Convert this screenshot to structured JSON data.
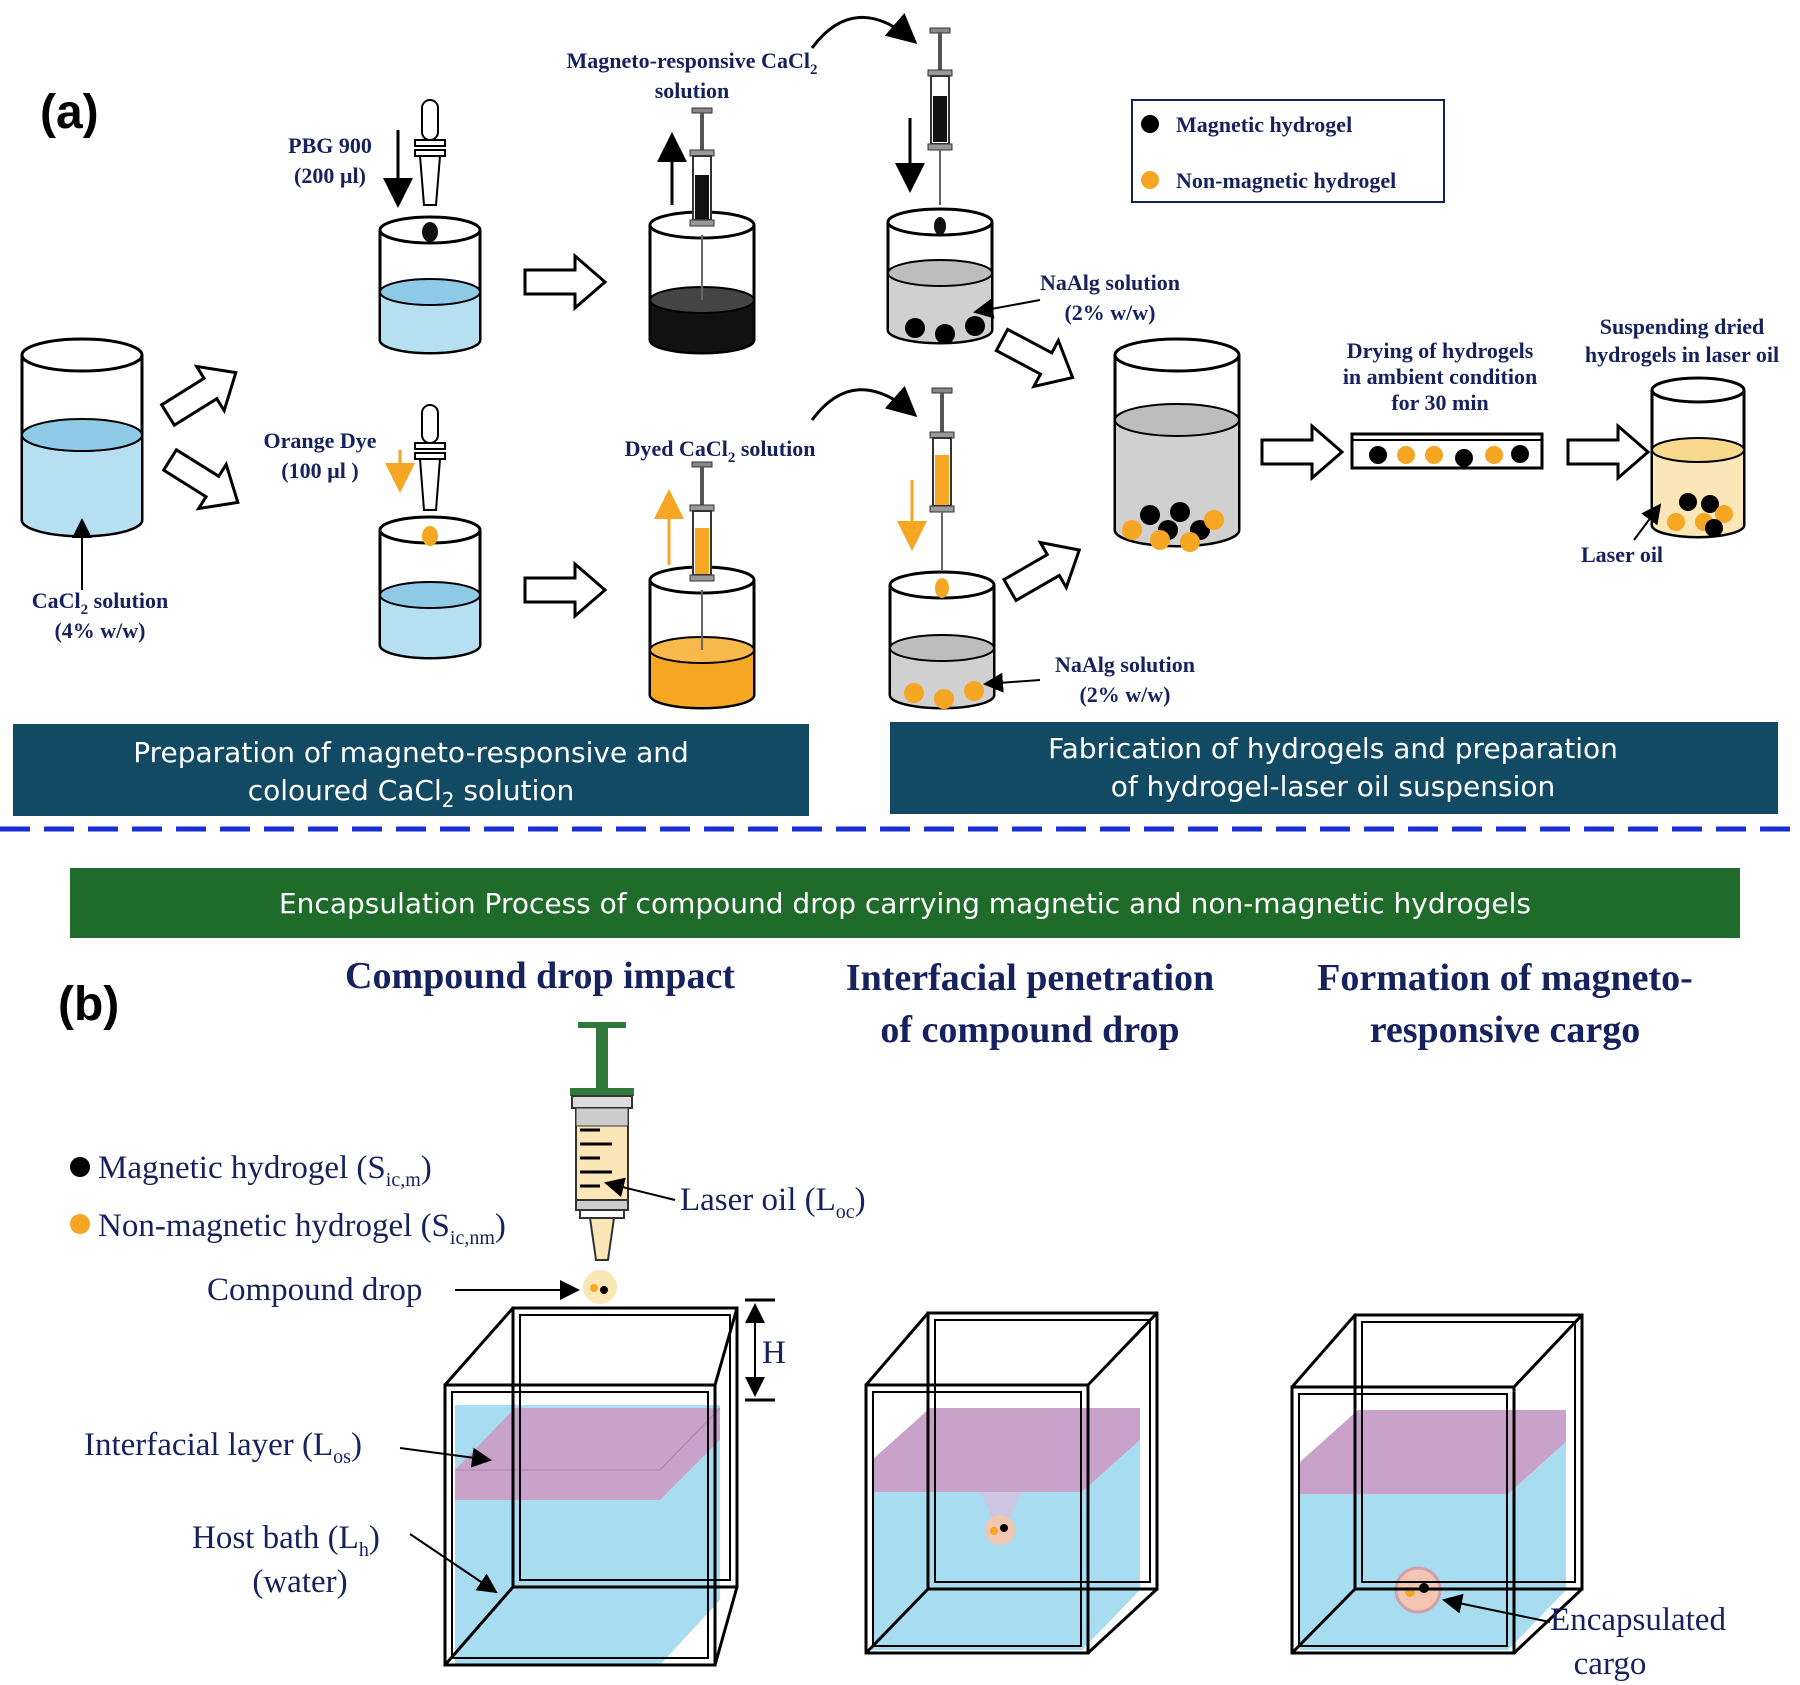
{
  "panel_a": {
    "label": "(a)",
    "cacl2": {
      "line1": "CaCl",
      "sub": "2",
      "line1_tail": " solution",
      "line2": "(4% w/w)"
    },
    "pbg": {
      "line1": "PBG 900",
      "line2": "(200 µl)"
    },
    "orange_dye": {
      "line1": "Orange Dye",
      "line2": "(100 µl )"
    },
    "magneto_solution": {
      "line1a": "Magneto-responsive CaCl",
      "line1sub": "2",
      "line2": "solution"
    },
    "dyed_solution": {
      "a": "Dyed CaCl",
      "sub": "2",
      "b": " solution"
    },
    "naalg_top": {
      "line1": "NaAlg solution",
      "line2": "(2% w/w)"
    },
    "naalg_bottom": {
      "line1": "NaAlg solution",
      "line2": "(2% w/w)"
    },
    "legend": {
      "magnetic": "Magnetic hydrogel",
      "nonmagnetic": "Non-magnetic hydrogel"
    },
    "drying": {
      "line1": "Drying of hydrogels",
      "line2": "in ambient condition",
      "line3": "for 30 min"
    },
    "suspending": {
      "line1": "Suspending dried",
      "line2": "hydrogels in laser oil"
    },
    "laser_oil": "Laser oil",
    "banner_left": {
      "line1": "Preparation of magneto-responsive and",
      "line2a": "coloured CaCl",
      "line2sub": "2",
      "line2b": " solution"
    },
    "banner_right": {
      "line1": "Fabrication of hydrogels and preparation",
      "line2": "of hydrogel-laser oil suspension"
    }
  },
  "panel_b": {
    "label": "(b)",
    "banner": "Encapsulation Process of compound drop carrying magnetic and non-magnetic hydrogels",
    "stage1": "Compound drop impact",
    "stage2": {
      "line1": "Interfacial penetration",
      "line2": "of compound drop"
    },
    "stage3": {
      "line1": "Formation of magneto-",
      "line2": "responsive cargo"
    },
    "legend_magnetic": {
      "text": "Magnetic hydrogel (S",
      "sub": "ic,m",
      "close": ")"
    },
    "legend_nonmagnetic": {
      "text": "Non-magnetic hydrogel (S",
      "sub": "ic,nm",
      "close": ")"
    },
    "laser_oil": {
      "text": "Laser oil (L",
      "sub": "oc",
      "close": ")"
    },
    "compound_drop": "Compound drop",
    "height": "H",
    "interfacial_layer": {
      "text": "Interfacial layer (L",
      "sub": "os",
      "close": ")"
    },
    "host_bath": {
      "text": "Host bath (L",
      "sub": "h",
      "close": ")",
      "line2": "(water)"
    },
    "encapsulated": {
      "line1": "Encapsulated",
      "line2": "cargo"
    }
  },
  "colors": {
    "banner_blue": "#124a64",
    "banner_green": "#1e6b2a",
    "water": "#a8dcf0",
    "interfacial": "#c8a2c8",
    "orange": "#f5a623",
    "dark_text": "#16225e",
    "divider": "#1a2ed6"
  }
}
